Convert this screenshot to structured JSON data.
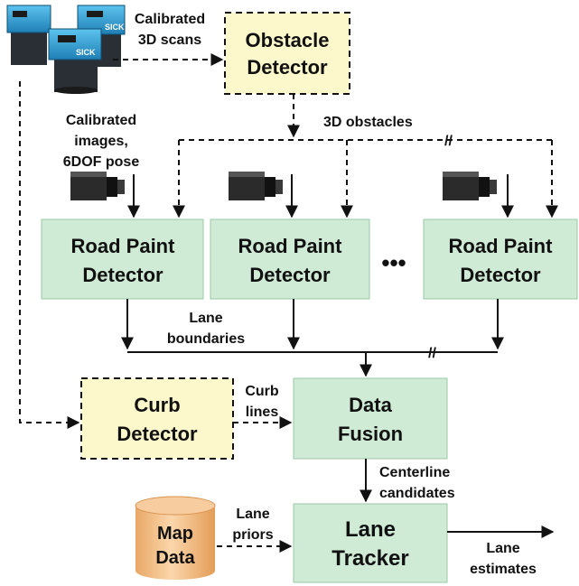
{
  "colors": {
    "green_fill": "#cfead5",
    "yellow_fill": "#fdf8cc",
    "line": "#111111",
    "sensor_blue": "#3aa6d8",
    "camera_dark": "#222222",
    "cylinder_fill": "#f2c18d"
  },
  "icons": {
    "lidar": "lidar-scanner-icon",
    "camera": "camera-icon",
    "database": "database-cylinder-icon",
    "sensor_brand": "SICK"
  },
  "boxes": {
    "obstacle_detector": [
      "Obstacle",
      "Detector"
    ],
    "road_paint_1": [
      "Road Paint",
      "Detector"
    ],
    "road_paint_2": [
      "Road Paint",
      "Detector"
    ],
    "road_paint_3": [
      "Road Paint",
      "Detector"
    ],
    "ellipsis": "•••",
    "curb_detector": [
      "Curb",
      "Detector"
    ],
    "data_fusion": [
      "Data",
      "Fusion"
    ],
    "lane_tracker": [
      "Lane",
      "Tracker"
    ],
    "map_data": [
      "Map",
      "Data"
    ]
  },
  "edge_labels": {
    "calibrated_scans": [
      "Calibrated",
      "3D scans"
    ],
    "calibrated_images": [
      "Calibrated",
      "images,",
      "6DOF pose"
    ],
    "obstacles": "3D obstacles",
    "lane_boundaries": [
      "Lane",
      "boundaries"
    ],
    "curb_lines": [
      "Curb",
      "lines"
    ],
    "centerline": [
      "Centerline",
      "candidates"
    ],
    "lane_priors": [
      "Lane",
      "priors"
    ],
    "lane_estimates": [
      "Lane",
      "estimates"
    ]
  },
  "break_mark": "//"
}
